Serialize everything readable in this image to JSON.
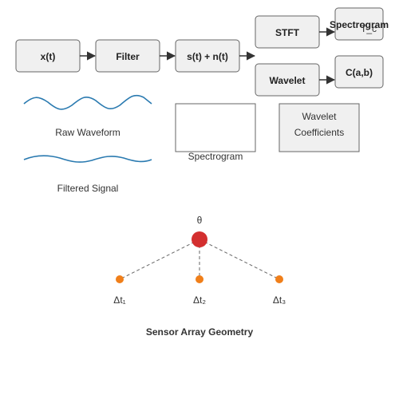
{
  "pipeline": {
    "input_label": "x(t)",
    "filter_label": "Filter",
    "sum_label": "s(t) + n(t)",
    "stft_label": "STFT",
    "wavelet_label": "Wavelet",
    "spectrogram_box_label": "Spectrogram",
    "spectrogram_sub_label": "T_c",
    "coeff_box_label": "C(a,b)"
  },
  "panels": {
    "raw_waveform_caption": "Raw Waveform",
    "filtered_signal_caption": "Filtered Signal",
    "spectrogram_caption": "Spectrogram",
    "wavelet_coeff_line1": "Wavelet",
    "wavelet_coeff_line2": "Coefficients"
  },
  "sensor": {
    "theta_label": "θ",
    "left_delay_label": "Δt₁",
    "center_delay_label": "Δt₂",
    "right_delay_label": "Δt₃",
    "title": "Sensor Array Geometry"
  },
  "colors": {
    "box_fill": "#f0f0f0",
    "box_stroke": "#666666",
    "wave": "#2a7ab0",
    "source": "#d32f2f",
    "sensor": "#f07f1a"
  }
}
